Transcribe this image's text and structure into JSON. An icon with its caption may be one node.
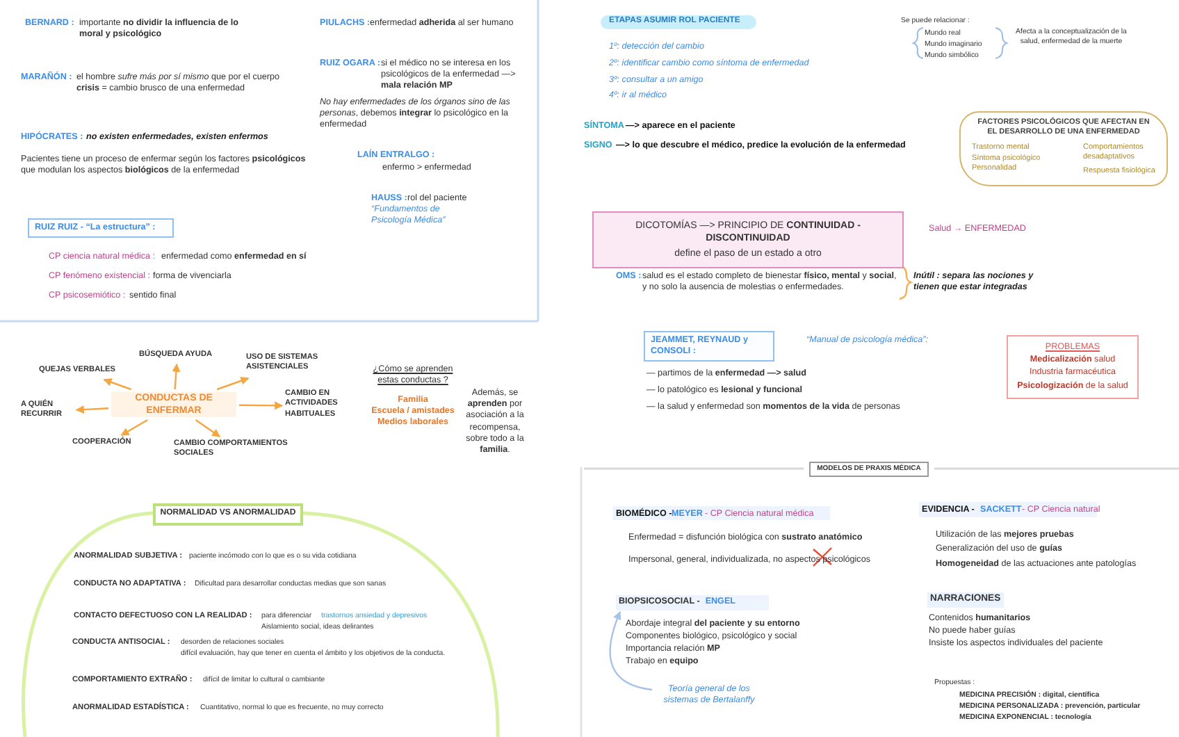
{
  "diagram": {
    "nodes": [
      {
        "text": [
          "RUIZ RUIZ - “La estructura” :"
        ]
      },
      {
        "text": [
          "ETAPAS ASUMIR ROL PACIENTE"
        ]
      },
      {
        "text": [
          "FACTORES PSICOLÓGICOS QUE AFECTAN EN EL DESARROLLO DE UNA ENFERMEDAD",
          "Trastorno mental",
          "Síntoma psicológico",
          "Personalidad",
          "Comportamientos desadaptativos",
          "Respuesta fisiológica"
        ]
      },
      {
        "text": [
          "DICOTOMÍAS —> PRINCIPIO DE **CONTINUIDAD - DISCONTINUIDAD**",
          "define el paso de un estado a otro"
        ]
      },
      {
        "text": [
          "CONDUCTAS DE ENFERMAR"
        ]
      },
      {
        "text": [
          "QUEJAS VERBALES"
        ]
      },
      {
        "text": [
          "BÚSQUEDA AYUDA"
        ]
      },
      {
        "text": [
          "USO DE SISTEMAS ASISTENCIALES"
        ]
      },
      {
        "text": [
          "A QUIÉN RECURRIR"
        ]
      },
      {
        "text": [
          "CAMBIO EN ACTIVIDADES HABITUALES"
        ]
      },
      {
        "text": [
          "COOPERACIÓN"
        ]
      },
      {
        "text": [
          "CAMBIO COMPORTAMIENTOS SOCIALES"
        ]
      },
      {
        "text": [
          "JEAMMET, REYNAUD y CONSOLI :"
        ]
      },
      {
        "text": [
          "PROBLEMAS",
          "**Medicalización** salud",
          "Industria farmacéutica",
          "**Psicologización** de la salud"
        ]
      },
      {
        "text": [
          "MODELOS DE PRAXIS MÉDICA"
        ]
      },
      {
        "text": [
          "NORMALIDAD VS ANORMALIDAD"
        ]
      },
      {
        "text": [
          "BIOPSICOSOCIAL -",
          "ENGEL"
        ]
      },
      {
        "text": [
          "Teoría general de los sistemas de Bertalanffy"
        ]
      }
    ],
    "edges": [
      {
        "from": 4,
        "to": 5,
        "arrow": "to"
      },
      {
        "from": 4,
        "to": 6,
        "arrow": "to"
      },
      {
        "from": 4,
        "to": 7,
        "arrow": "to"
      },
      {
        "from": 4,
        "to": 8,
        "arrow": "to"
      },
      {
        "from": 4,
        "to": 9,
        "arrow": "to"
      },
      {
        "from": 4,
        "to": 10,
        "arrow": "to"
      },
      {
        "from": 4,
        "to": 11,
        "arrow": "to"
      },
      {
        "from": 17,
        "to": 16,
        "arrow": "to",
        "color": "#a9c2e8"
      }
    ],
    "labels": [
      "BERNARD :",
      "importante **no dividir la influencia de lo moral y psicológico**",
      "MARAÑÓN :",
      "el hombre *sufre más por sí mismo* que por el cuerpo",
      "**crisis** = cambio brusco de una enfermedad",
      "HIPÓCRATES :",
      "no existen enfermedades, existen enfermos",
      "Pacientes tiene un proceso de enfermar según los factores **psicológicos** que modulan los aspectos **biológicos** de la enfermedad",
      "PIULACHS :",
      "enfermedad **adherida** al ser humano",
      "RUIZ OGARA :",
      "si el médico no se interesa en los psicológicos de la enfermedad —> **mala relación MP**",
      "*No hay enfermedades de los órganos sino de las personas*, debemos **integrar** lo psicológico en la enfermedad",
      "LAÍN ENTRALGO :",
      "enfermo > enfermedad",
      "HAUSS :",
      "rol del paciente",
      "“Fundamentos de Psicología Médica”",
      "CP ciencia natural médica :",
      "enfermedad como **enfermedad en sí**",
      "CP fenómeno existencial :",
      "forma de vivenciarla",
      "CP psicosemiótico :",
      "sentido final",
      "1º: detección del cambio",
      "2º: identificar cambio como síntoma de enfermedad",
      "3º: consultar a un amigo",
      "4º: ir al médico",
      "SÍNTOMA",
      "—> aparece en el paciente",
      "SIGNO",
      "—> lo que descubre el médico, predice la evolución de la enfermedad",
      "Se puede relacionar :",
      "Mundo real",
      "Mundo imaginario",
      "Mundo simbólico",
      "Afecta a la conceptualización de la salud, enfermedad de la muerte",
      "Salud → ENFERMEDAD",
      "OMS :",
      "salud es el estado completo de bienestar **físico, mental** y **social**, y no solo la ausencia de molestias o enfermedades.",
      "Inútil : separa las nociones y tienen que estar integradas",
      "¿Cómo se aprenden estas conductas ?",
      "Familia",
      "Escuela / amistades",
      "Medios laborales",
      "Además, se **aprenden** por asociación a la recompensa, sobre todo a la **familia**.",
      "“Manual de psicología médica”:",
      "— partimos de la **enfermedad —> salud**",
      "— lo patológico es **lesional y funcional**",
      "— la salud y enfermedad son **momentos de la vida** de personas",
      "ANORMALIDAD SUBJETIVA :",
      "paciente incómodo con lo que es o su vida cotidiana",
      "CONDUCTA NO ADAPTATIVA :",
      "Dificultad para desarrollar conductas medias que son sanas",
      "CONTACTO DEFECTUOSO CON LA REALIDAD :",
      "para diferenciar",
      "trastornos ansiedad y depresivos",
      "Aislamiento social, ideas delirantes",
      "CONDUCTA ANTISOCIAL :",
      "desorden de relaciones sociales",
      "difícil evaluación, hay que tener en cuenta el ámbito y los objetivos de la conducta.",
      "COMPORTAMIENTO EXTRAÑO :",
      "difícil de limitar lo cultural o cambiante",
      "ANORMALIDAD ESTADÍSTICA :",
      "Cuantitativo, normal lo que es frecuente, no muy correcto",
      "BIOMÉDICO -",
      "MEYER",
      "- CP Ciencia natural médica",
      "Enfermedad = disfunción biológica con **sustrato anatómico**",
      "Impersonal, general, individualizada, no aspectos psicológicos",
      "Abordaje integral **del paciente y su entorno**",
      "Componentes biológico, psicológico y social",
      "Importancia relación **MP**",
      "Trabajo en **equipo**",
      "EVIDENCIA -",
      "SACKETT",
      "- CP Ciencia natural",
      "Utilización de las **mejores pruebas**",
      "Generalización del uso de **guías**",
      "**Homogeneidad** de las actuaciones ante patologías",
      "NARRACIONES",
      "Contenidos **humanitarios**",
      "No puede haber guías",
      "Insiste los aspectos individuales del paciente",
      "Propuestas :",
      "MEDICINA PRECISIÓN : digital, científica",
      "MEDICINA PERSONALIZADA : prevención, particular",
      "MEDICINA EXPONENCIAL : tecnología"
    ]
  }
}
